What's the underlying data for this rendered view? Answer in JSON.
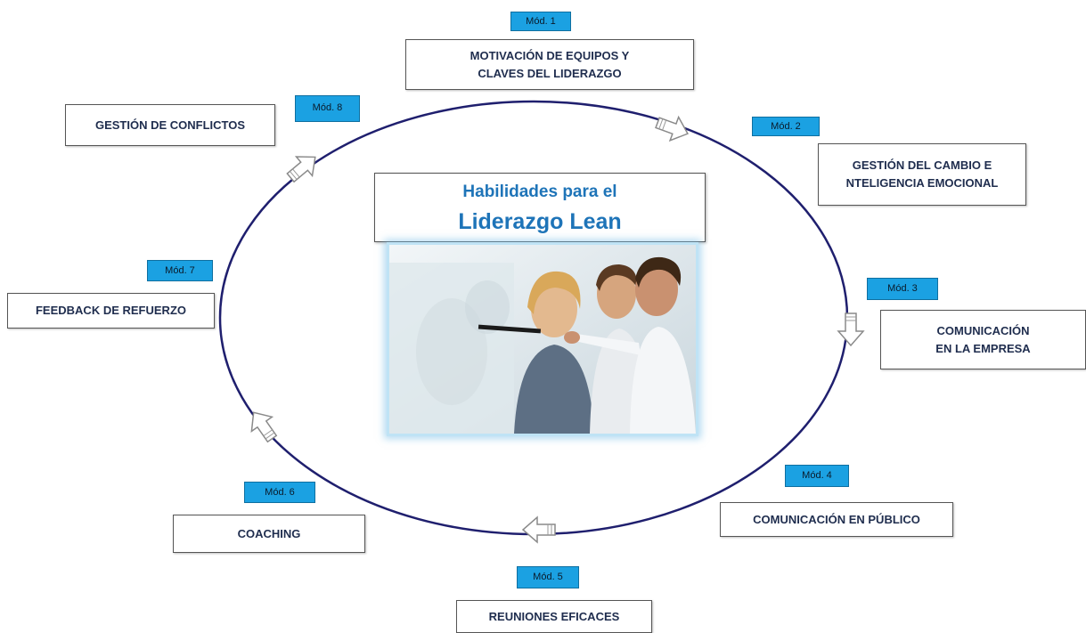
{
  "title": {
    "line1": "Habilidades para el",
    "line2": "Liderazgo Lean"
  },
  "photo": {
    "description_icon": "team-meeting-photo"
  },
  "colors": {
    "ring": "#1f1f6e",
    "tag": "#1ba1e2",
    "title": "#1e74b8",
    "box_text": "#1f2d4e"
  },
  "modules": [
    {
      "tag": "Mód. 1",
      "label": "MOTIVACIÓN DE EQUIPOS Y\nCLAVES DEL LIDERAZGO"
    },
    {
      "tag": "Mód. 2",
      "label": "GESTIÓN DEL CAMBIO E\nNTELIGENCIA EMOCIONAL"
    },
    {
      "tag": "Mód. 3",
      "label": "COMUNICACIÓN\nEN LA EMPRESA"
    },
    {
      "tag": "Mód. 4",
      "label": "COMUNICACIÓN EN PÚBLICO"
    },
    {
      "tag": "Mód. 5",
      "label": "REUNIONES EFICACES"
    },
    {
      "tag": "Mód. 6",
      "label": "COACHING"
    },
    {
      "tag": "Mód. 7",
      "label": "FEEDBACK DE REFUERZO"
    },
    {
      "tag": "Mód. 8",
      "label": "GESTIÓN DE CONFLICTOS"
    }
  ]
}
